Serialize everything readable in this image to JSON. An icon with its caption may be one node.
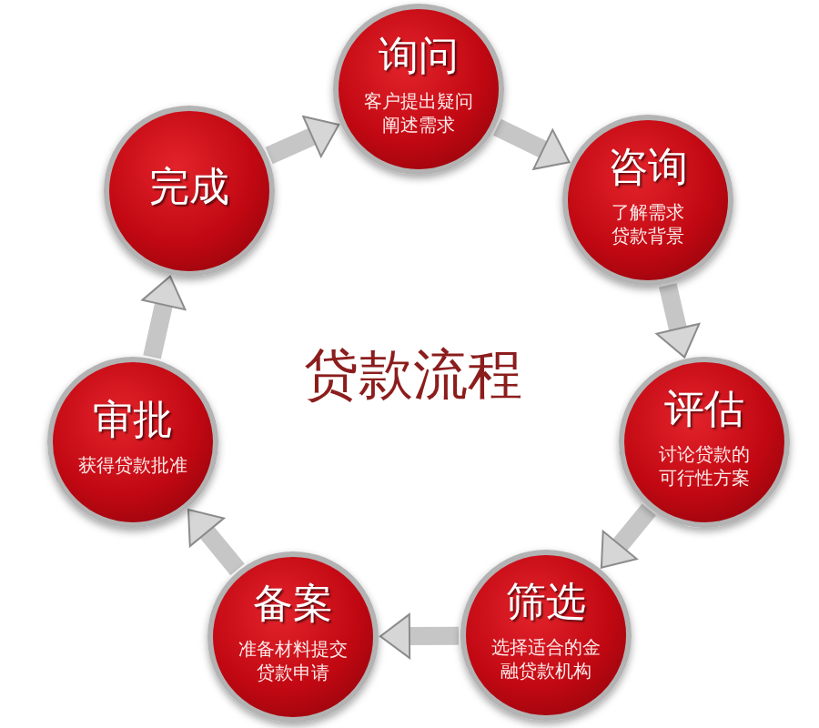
{
  "diagram": {
    "title": "贷款流程",
    "nodes": [
      {
        "text": [
          "询问",
          "客户提出疑问阐述需求"
        ]
      },
      {
        "text": [
          "咨询",
          "了解需求贷款背景"
        ]
      },
      {
        "text": [
          "评估",
          "讨论贷款的可行性方案"
        ]
      },
      {
        "text": [
          "筛选",
          "选择适合的金融贷款机构"
        ]
      },
      {
        "text": [
          "备案",
          "准备材料提交贷款申请"
        ]
      },
      {
        "text": [
          "审批",
          "获得贷款批准"
        ]
      },
      {
        "text": [
          "完成"
        ]
      }
    ],
    "edges": [
      {
        "from": 0,
        "to": 1,
        "arrow": "to"
      },
      {
        "from": 1,
        "to": 2,
        "arrow": "to"
      },
      {
        "from": 2,
        "to": 3,
        "arrow": "to"
      },
      {
        "from": 3,
        "to": 4,
        "arrow": "to"
      },
      {
        "from": 4,
        "to": 5,
        "arrow": "to"
      },
      {
        "from": 5,
        "to": 6,
        "arrow": "to"
      },
      {
        "from": 6,
        "to": 0,
        "arrow": "to"
      }
    ]
  }
}
